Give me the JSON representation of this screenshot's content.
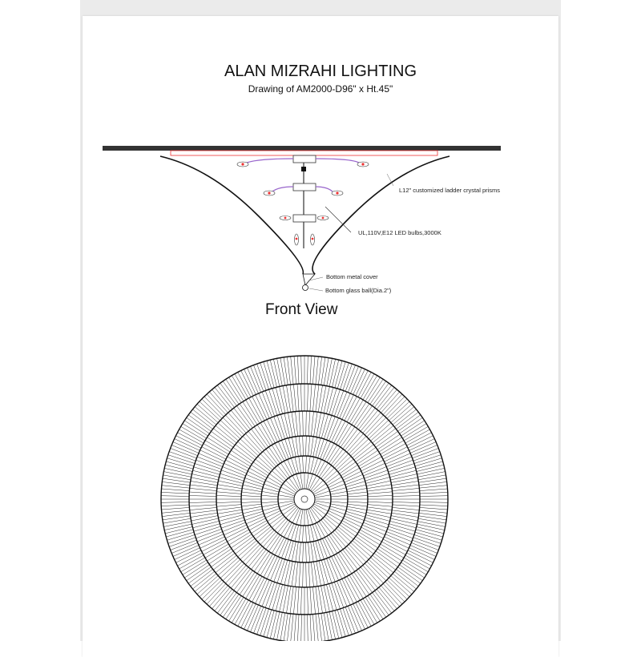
{
  "document": {
    "title": "ALAN MIZRAHI LIGHTING",
    "subtitle": "Drawing of AM2000-D96\" x Ht.45\"",
    "annotations": {
      "prisms": "L12\" customized ladder crystal prisms",
      "bulbs": "UL,110V,E12 LED bulbs,3000K",
      "metal_cover": "Bottom metal cover",
      "glass_ball": "Bottom glass ball(Dia.2\")"
    },
    "front_view_label": "Front View"
  }
}
